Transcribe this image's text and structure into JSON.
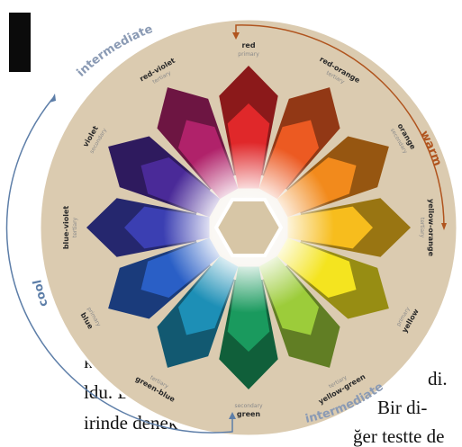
{
  "wheel": {
    "colors": [
      {
        "label": "red",
        "sub": "primary",
        "hex": "#e0282a"
      },
      {
        "label": "red-orange",
        "sub": "tertiary",
        "hex": "#ec5a22"
      },
      {
        "label": "orange",
        "sub": "secondary",
        "hex": "#f28a1c"
      },
      {
        "label": "yellow-orange",
        "sub": "tertiary",
        "hex": "#f7bd1d"
      },
      {
        "label": "yellow",
        "sub": "primary",
        "hex": "#f4e41f"
      },
      {
        "label": "yellow-green",
        "sub": "tertiary",
        "hex": "#9ccc3a"
      },
      {
        "label": "green",
        "sub": "secondary",
        "hex": "#1a9a5e"
      },
      {
        "label": "green-blue",
        "sub": "tertiary",
        "hex": "#1d8fb6"
      },
      {
        "label": "blue",
        "sub": "primary",
        "hex": "#2a5fc6"
      },
      {
        "label": "blue-violet",
        "sub": "tertiary",
        "hex": "#3b3fb2"
      },
      {
        "label": "violet",
        "sub": "secondary",
        "hex": "#4a2a98"
      },
      {
        "label": "red-violet",
        "sub": "tertiary",
        "hex": "#b0226a"
      }
    ],
    "groups": {
      "warm": "warm",
      "cool": "cool",
      "intermediate_top": "intermediate",
      "intermediate_bottom": "intermediate"
    },
    "disc_color": "#dbcbb0",
    "warm_color": "#b0541e",
    "cool_color": "#5d7ea8",
    "intermediate_color": "#8a9ab4"
  },
  "page_text": {
    "line1_left": "k teste",
    "line2_left": "ldu. Bun-",
    "line3_left": "irinde  denek",
    "line1_right": "di.",
    "line2_right": "Bir  di-",
    "line3_right": "ğer testte de"
  }
}
